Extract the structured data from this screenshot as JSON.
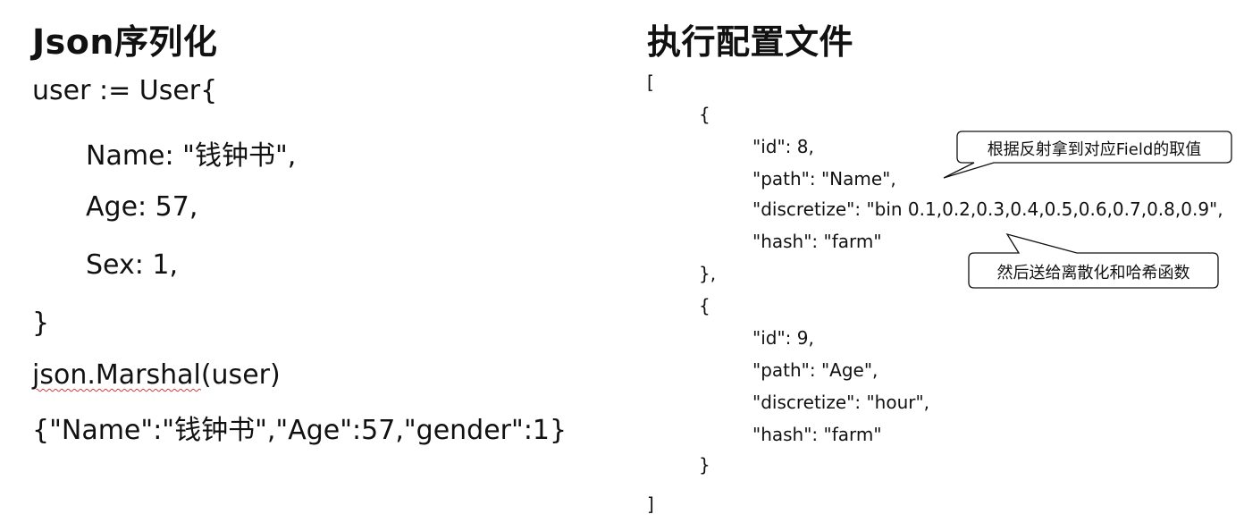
{
  "left": {
    "title": "Json序列化",
    "code_lines": [
      "user := User{",
      "Name: \"钱钟书\",",
      "Age: 57,",
      "Sex: 1,",
      "}"
    ],
    "marshal_call_underlined": "json.Marshal",
    "marshal_call_rest": "(user)",
    "output": "{\"Name\":\"钱钟书\",\"Age\":57,\"gender\":1}"
  },
  "right": {
    "title": "执行配置文件",
    "config_lines": [
      "[",
      "{",
      "\"id\": 8,",
      "\"path\": \"Name\",",
      "\"discretize\": \"bin 0.1,0.2,0.3,0.4,0.5,0.6,0.7,0.8,0.9\",",
      "\"hash\": \"farm\"",
      "},",
      "{",
      "\"id\": 9,",
      "\"path\": \"Age\",",
      "\"discretize\": \"hour\",",
      "\"hash\": \"farm\"",
      "}",
      "]"
    ]
  },
  "callouts": {
    "reflect": "根据反射拿到对应Field的取值",
    "discretize_hash": "然后送给离散化和哈希函数"
  }
}
